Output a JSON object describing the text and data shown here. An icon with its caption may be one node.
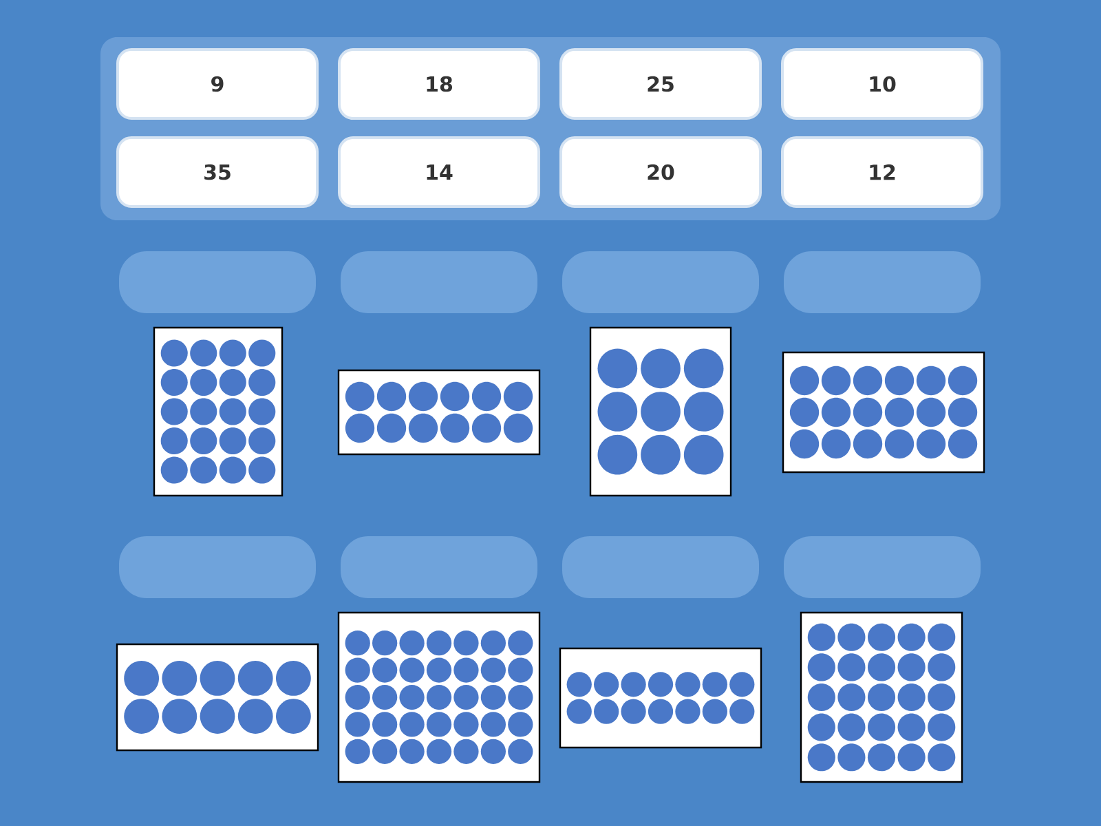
{
  "diagram": {
    "nodes": [
      {
        "text": [
          "9"
        ]
      },
      {
        "text": [
          "18"
        ]
      },
      {
        "text": [
          "25"
        ]
      },
      {
        "text": [
          "10"
        ]
      },
      {
        "text": [
          "35"
        ]
      },
      {
        "text": [
          "14"
        ]
      },
      {
        "text": [
          "20"
        ]
      },
      {
        "text": [
          "12"
        ]
      },
      {
        "text": [],
        "shape": "box"
      },
      {
        "text": [],
        "shape": "box"
      },
      {
        "text": [],
        "shape": "box"
      },
      {
        "text": [],
        "shape": "box"
      },
      {
        "text": [],
        "shape": "picture"
      },
      {
        "text": [],
        "shape": "picture"
      },
      {
        "text": [],
        "shape": "picture"
      },
      {
        "text": [],
        "shape": "picture"
      },
      {
        "text": [],
        "shape": "box"
      },
      {
        "text": [],
        "shape": "box"
      },
      {
        "text": [],
        "shape": "box"
      },
      {
        "text": [],
        "shape": "box"
      },
      {
        "text": [],
        "shape": "picture"
      },
      {
        "text": [],
        "shape": "picture"
      },
      {
        "text": [],
        "shape": "picture"
      },
      {
        "text": [],
        "shape": "picture"
      }
    ]
  }
}
